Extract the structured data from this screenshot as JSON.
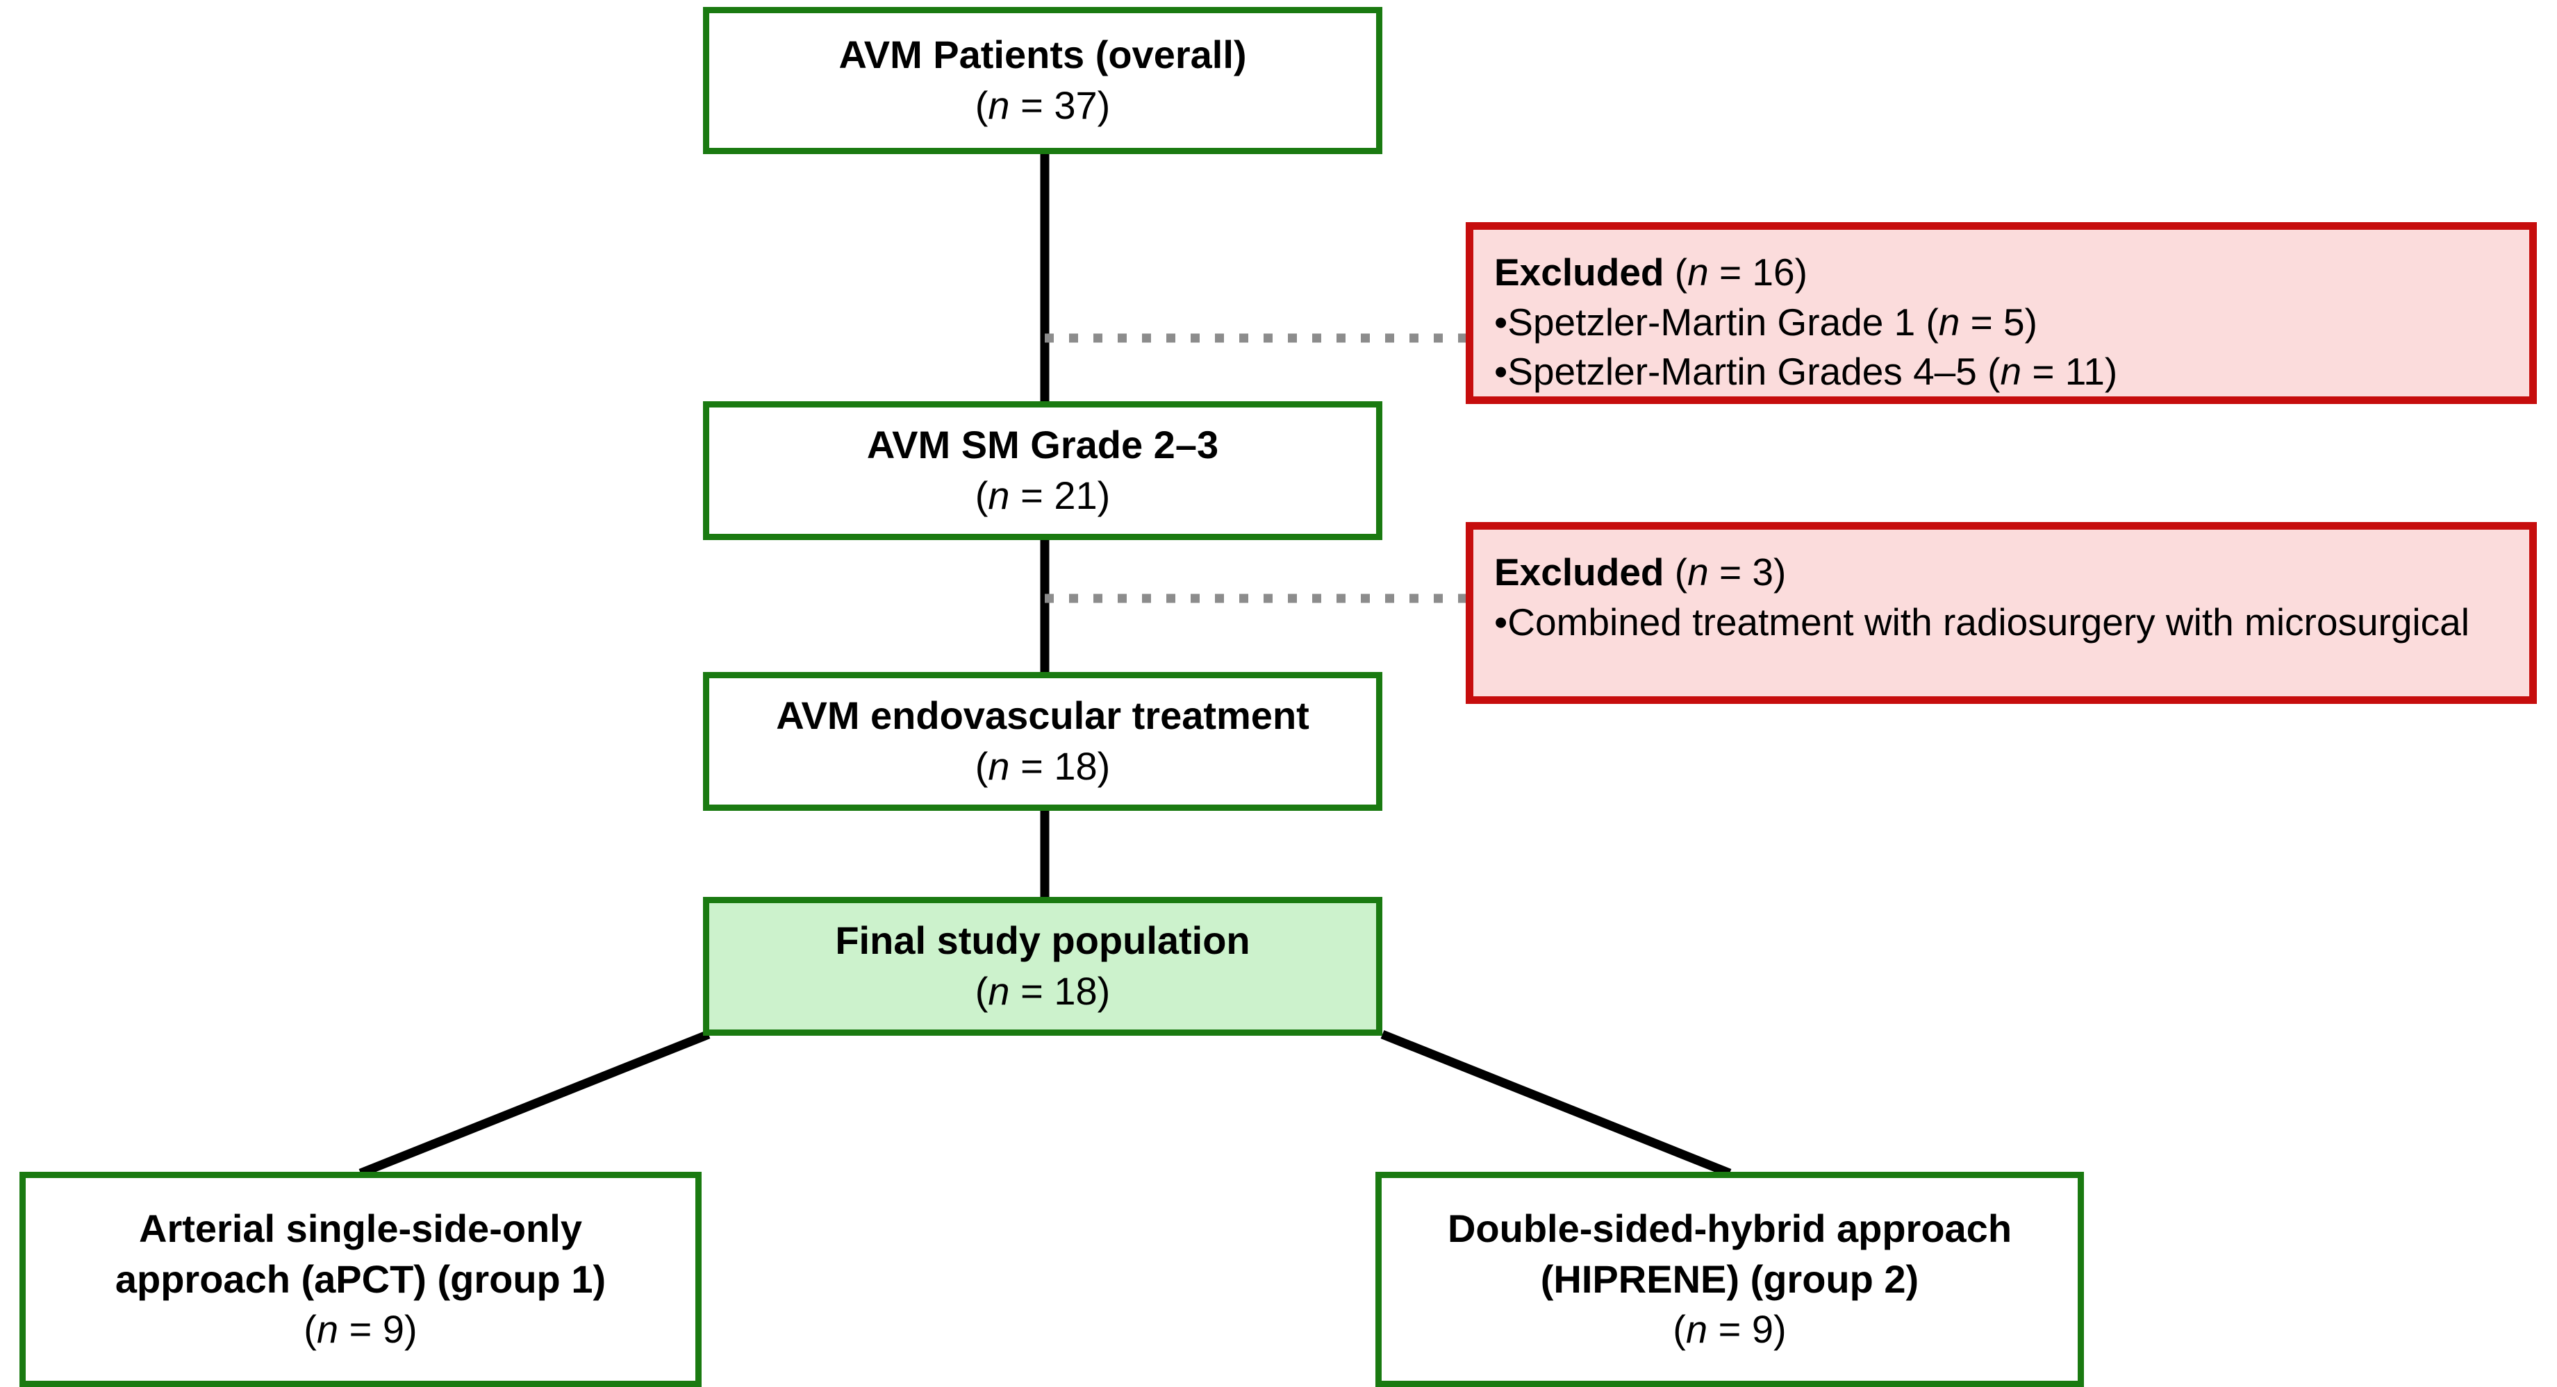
{
  "diagram": {
    "title": "AVM patient selection flowchart",
    "colors": {
      "green_border": "#1a7a11",
      "green_fill": "#ccf2cc",
      "red_border": "#c60d0d",
      "red_fill": "#fbdcdc",
      "connector_solid": "#000000",
      "connector_dotted": "#8c8c8c",
      "box_fill": "#ffffff",
      "text": "#000000"
    },
    "nodes": {
      "overall": {
        "label": "AVM Patients (overall)",
        "n_prefix": "(",
        "n_var": "n",
        "n_value": " = 37)",
        "count": 37,
        "style": "green-outline"
      },
      "sm_grade": {
        "label": "AVM SM Grade 2–3",
        "n_prefix": "(",
        "n_var": "n",
        "n_value": " = 21)",
        "count": 21,
        "style": "green-outline"
      },
      "endovascular": {
        "label": "AVM endovascular treatment",
        "n_prefix": "(",
        "n_var": "n",
        "n_value": " = 18)",
        "count": 18,
        "style": "green-outline"
      },
      "final_population": {
        "label": "Final study population",
        "n_prefix": "(",
        "n_var": "n",
        "n_value": " = 18)",
        "count": 18,
        "style": "green-filled"
      },
      "group1": {
        "label_line1": "Arterial single-side-only",
        "label_line2": "approach (aPCT) (group 1)",
        "n_prefix": "(",
        "n_var": "n",
        "n_value": " = 9)",
        "count": 9,
        "style": "green-outline"
      },
      "group2": {
        "label_line1": "Double-sided-hybrid approach",
        "label_line2": "(HIPRENE) (group 2)",
        "n_prefix": "(",
        "n_var": "n",
        "n_value": " = 9)",
        "count": 9,
        "style": "green-outline"
      }
    },
    "exclusions": [
      {
        "heading": "Excluded",
        "heading_n_prefix": " (",
        "heading_n_var": "n",
        "heading_n_value": " = 16)",
        "count": 16,
        "items": [
          {
            "bullet": "•",
            "text": "Spetzler-Martin Grade 1 (",
            "n_var": "n",
            "n_value": " = 5)",
            "count": 5
          },
          {
            "bullet": "•",
            "text": "Spetzler-Martin Grades 4–5 (",
            "n_var": "n",
            "n_value": " = 11)",
            "count": 11
          }
        ]
      },
      {
        "heading": "Excluded",
        "heading_n_prefix": " (",
        "heading_n_var": "n",
        "heading_n_value": " = 3)",
        "count": 3,
        "items": [
          {
            "bullet": "•",
            "text": "Combined treatment with radiosurgery  with microsurgical",
            "n_var": "",
            "n_value": "",
            "count": null
          }
        ]
      }
    ],
    "connectors": [
      {
        "name": "overall-to-sm-grade",
        "kind": "solid-vertical"
      },
      {
        "name": "sm-grade-to-exclusion-1",
        "kind": "dotted-horizontal"
      },
      {
        "name": "sm-grade-to-endovascular",
        "kind": "solid-vertical"
      },
      {
        "name": "endovascular-to-exclusion-2",
        "kind": "dotted-horizontal"
      },
      {
        "name": "endovascular-to-final-population",
        "kind": "solid-vertical"
      },
      {
        "name": "final-population-to-group1",
        "kind": "solid-diagonal"
      },
      {
        "name": "final-population-to-group2",
        "kind": "solid-diagonal"
      }
    ]
  }
}
